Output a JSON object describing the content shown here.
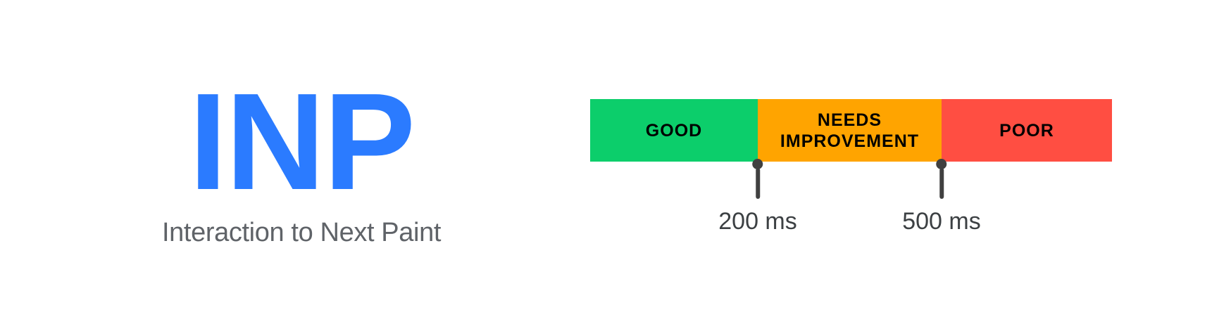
{
  "canvas": {
    "background_color": "#ffffff"
  },
  "metric": {
    "abbreviation": "INP",
    "abbreviation_color": "#2b7bff",
    "full_name": "Interaction to Next Paint",
    "full_name_color": "#5f6368"
  },
  "scale": {
    "segments": [
      {
        "id": "good",
        "label": "GOOD",
        "color": "#0cce6b",
        "width_pct": 32.12
      },
      {
        "id": "needs-improvement",
        "label": "NEEDS\nIMPROVEMENT",
        "color": "#ffa400",
        "width_pct": 35.22
      },
      {
        "id": "poor",
        "label": "POOR",
        "color": "#ff4e42",
        "width_pct": 32.66
      }
    ],
    "segment_label_color": "#000000",
    "thresholds": [
      {
        "id": "threshold-200ms",
        "label": "200 ms",
        "position_pct": 32.12
      },
      {
        "id": "threshold-500ms",
        "label": "500 ms",
        "position_pct": 67.34
      }
    ],
    "marker_color": "#404040",
    "threshold_label_color": "#3c4043"
  }
}
